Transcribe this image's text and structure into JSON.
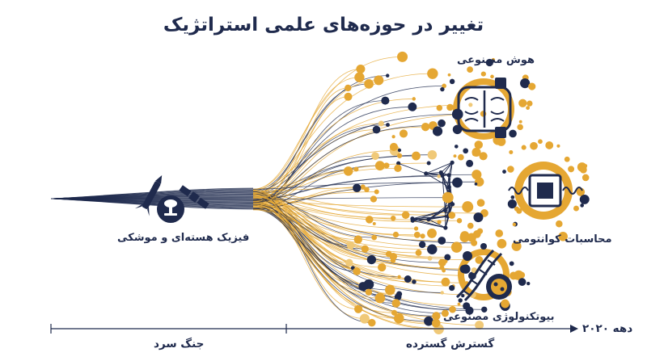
{
  "title": "تغییر در حوزه‌های علمی استراتژیک",
  "labels": {
    "ai": "هوش مصنوعی",
    "quantum": "محاسبات کوانتومی",
    "biotech": "بیوتکنولوژی مصنوعی",
    "nuclear": "فیزیک هسته‌ای و موشکی"
  },
  "timeline": {
    "cold_war": "جنگ سرد",
    "expansion": "گسترش گسترده",
    "decade": "دهه ۲۰۲۰"
  },
  "colors": {
    "navy": "#1f2a4d",
    "gold": "#e5a733",
    "light_gold": "#f0c978"
  },
  "icons": [
    "nuclear-explosion-icon",
    "missile-icon",
    "satellite-icon",
    "brain-chip-icon",
    "quantum-chip-icon",
    "dna-icon",
    "virus-petri-icon"
  ]
}
